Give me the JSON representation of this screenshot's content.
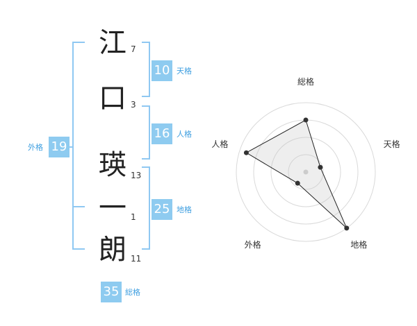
{
  "names": [
    {
      "char": "江",
      "strokes": "7"
    },
    {
      "char": "口",
      "strokes": "3"
    },
    {
      "char": "瑛",
      "strokes": "13"
    },
    {
      "char": "一",
      "strokes": "1"
    },
    {
      "char": "朗",
      "strokes": "11"
    }
  ],
  "kaku": {
    "ten": {
      "value": "10",
      "label": "天格"
    },
    "jin": {
      "value": "16",
      "label": "人格"
    },
    "chi": {
      "value": "25",
      "label": "地格"
    },
    "gai": {
      "value": "19",
      "label": "外格"
    },
    "sou": {
      "value": "35",
      "label": "総格"
    }
  },
  "colors": {
    "accent": "#8ecbf0",
    "bracket": "#8fc8f2",
    "label": "#3f9fe0"
  },
  "chart_data": {
    "type": "radar",
    "axes": [
      "総格",
      "天格",
      "地格",
      "外格",
      "人格"
    ],
    "values": [
      0.75,
      0.22,
      1.0,
      0.2,
      0.9
    ],
    "scale_max": 1.0,
    "rings": 4,
    "grid": true
  }
}
